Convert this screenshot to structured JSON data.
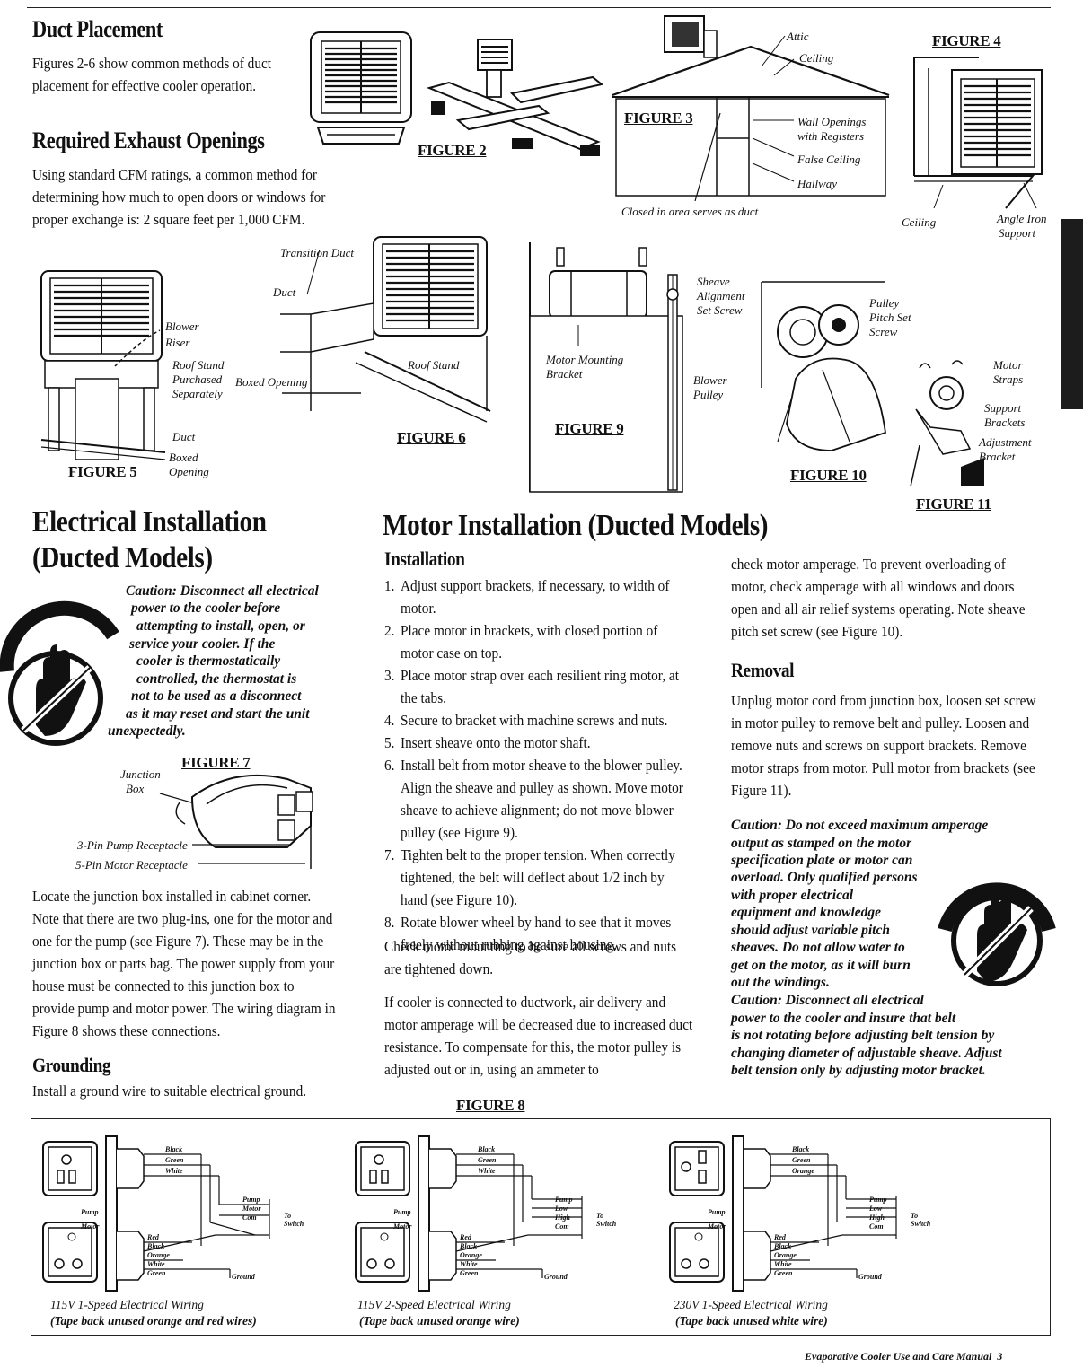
{
  "duct_placement": {
    "title": "Duct Placement",
    "text": "Figures 2-6 show common methods of duct placement for effective cooler operation."
  },
  "exhaust": {
    "title": "Required Exhaust Openings",
    "text": "Using standard CFM ratings, a common method for determining how much to open doors or windows for proper exchange is: 2 square feet per 1,000 CFM."
  },
  "figures": {
    "fig2": "FIGURE 2",
    "fig3": "FIGURE 3",
    "fig4": "FIGURE 4",
    "fig5": "FIGURE 5",
    "fig6": "FIGURE 6",
    "fig7": "FIGURE 7",
    "fig8": "FIGURE 8",
    "fig9": "FIGURE 9",
    "fig10": "FIGURE 10",
    "fig11": "FIGURE 11"
  },
  "fig3_labels": {
    "attic": "Attic",
    "ceiling": "Ceiling",
    "wall_openings": "Wall Openings",
    "with_registers": "with Registers",
    "false_ceiling": "False Ceiling",
    "hallway": "Hallway",
    "closed_area": "Closed in area serves as duct"
  },
  "fig4_labels": {
    "ceiling": "Ceiling",
    "angle_iron": "Angle Iron",
    "support": "Support"
  },
  "fig5_labels": {
    "blower": "Blower",
    "riser": "Riser",
    "roof_stand": "Roof Stand",
    "purchased": "Purchased",
    "separately": "Separately",
    "duct": "Duct",
    "boxed": "Boxed",
    "opening": "Opening"
  },
  "fig6_labels": {
    "transition_duct": "Transition Duct",
    "duct": "Duct",
    "boxed_opening": "Boxed Opening",
    "roof_stand": "Roof Stand"
  },
  "fig9_labels": {
    "sheave": "Sheave",
    "alignment": "Alignment",
    "set_screw": "Set Screw",
    "motor_mounting": "Motor Mounting",
    "bracket": "Bracket",
    "blower": "Blower",
    "pulley": "Pulley"
  },
  "fig10_labels": {
    "pulley": "Pulley",
    "pitch_set": "Pitch Set",
    "screw": "Screw"
  },
  "fig11_labels": {
    "motor": "Motor",
    "straps": "Straps",
    "support": "Support",
    "brackets": "Brackets",
    "adjustment": "Adjustment",
    "bracket": "Bracket"
  },
  "electrical": {
    "title_line1": "Electrical Installation",
    "title_line2": "(Ducted Models)",
    "caution_lines": [
      "Caution: Disconnect all electrical",
      "power to the cooler before",
      "attempting to install, open, or",
      "service your cooler. If the",
      "cooler is thermostatically",
      "controlled, the thermostat is",
      "not to be used as a disconnect",
      "as it may reset and start the unit",
      "unexpectedly."
    ],
    "junction_box_1": "Junction",
    "junction_box_2": "Box",
    "pump_receptacle": "3-Pin Pump Receptacle",
    "motor_receptacle": "5-Pin Motor Receptacle",
    "body": "Locate the junction box installed in cabinet corner. Note that there are two plug-ins, one for the motor and one for the pump (see Figure 7). These may be in the junction box or parts bag. The power supply from your house must be connected to this junction box to provide pump and motor power. The wiring diagram in Figure 8 shows these connections.",
    "grounding_title": "Grounding",
    "grounding_text": "Install a ground wire to suitable electrical ground."
  },
  "motor": {
    "title": "Motor Installation (Ducted Models)",
    "installation_title": "Installation",
    "steps": [
      {
        "n": "1.",
        "text": "Adjust support brackets, if necessary, to width of motor."
      },
      {
        "n": "2.",
        "text": "Place motor in brackets, with closed portion of motor case on top."
      },
      {
        "n": "3.",
        "text": "Place motor strap over each resilient ring motor, at the tabs."
      },
      {
        "n": "4.",
        "text": "Secure to bracket with machine screws and nuts."
      },
      {
        "n": "5.",
        "text": "Insert sheave onto the motor shaft."
      },
      {
        "n": "6.",
        "text": "Install belt from motor sheave to the blower pulley. Align the sheave and pulley as shown. Move motor sheave to achieve alignment; do not move blower pulley (see Figure 9)."
      },
      {
        "n": "7.",
        "text": "Tighten belt to the proper tension. When correctly tightened, the belt will deflect about 1/2 inch by hand (see Figure 10)."
      },
      {
        "n": "8.",
        "text": "Rotate blower wheel by hand to see that it moves freely without rubbing against housing."
      }
    ],
    "check_mounting": "Check motor mounting to be sure all screws and nuts are tightened down.",
    "ductwork": "If cooler is connected to ductwork, air delivery and motor amperage will be decreased due to increased duct resistance. To compensate for this, the motor pulley is adjusted out or in, using an ammeter to",
    "ductwork_cont": "check motor amperage. To prevent overloading of motor, check amperage with all windows and doors open and all air relief systems operating. Note sheave pitch set screw (see Figure 10).",
    "removal_title": "Removal",
    "removal_text": "Unplug motor cord from junction box, loosen set screw in motor pulley to remove belt and pulley. Loosen and remove nuts and screws on support brackets. Remove motor straps from motor. Pull motor from brackets (see Figure 11).",
    "caution2_lines": [
      "Caution: Do not exceed maximum amperage",
      "output as stamped on the motor",
      "specification plate or motor can",
      "overload. Only qualified persons",
      "with proper electrical",
      "equipment and knowledge",
      "should adjust variable pitch",
      "sheaves. Do not allow water to",
      "get on the motor, as it will burn",
      "out the windings.",
      "Caution: Disconnect all electrical",
      "power to the cooler and insure that belt",
      "is not rotating before adjusting belt tension by",
      "changing diameter of adjustable sheave. Adjust",
      "belt tension only by adjusting motor bracket."
    ]
  },
  "wiring": {
    "d1": {
      "title": "115V 1-Speed Electrical Wiring",
      "note": "(Tape back unused orange and red wires)",
      "wires_top": [
        "Black",
        "Green",
        "White"
      ],
      "right": [
        "Pump",
        "Motor",
        "Com"
      ],
      "to_switch": [
        "To",
        "Switch"
      ],
      "bottom": [
        "Red",
        "Black",
        "Orange",
        "White",
        "Green"
      ],
      "ground": "Ground",
      "pump": "Pump",
      "motor": "Motor"
    },
    "d2": {
      "title": "115V 2-Speed Electrical Wiring",
      "note": "(Tape back unused orange wire)",
      "wires_top": [
        "Black",
        "Green",
        "White"
      ],
      "right": [
        "Pump",
        "Low",
        "High",
        "Com"
      ],
      "to_switch": [
        "To",
        "Switch"
      ],
      "bottom": [
        "Red",
        "Black",
        "Orange",
        "White",
        "Green"
      ],
      "ground": "Ground",
      "pump": "Pump",
      "motor": "Motor"
    },
    "d3": {
      "title": "230V 1-Speed Electrical Wiring",
      "note": "(Tape back unused white wire)",
      "wires_top": [
        "Black",
        "Green",
        "Orange"
      ],
      "right": [
        "Pump",
        "Low",
        "High",
        "Com"
      ],
      "to_switch": [
        "To",
        "Switch"
      ],
      "bottom": [
        "Red",
        "Black",
        "Orange",
        "White",
        "Green"
      ],
      "ground": "Ground",
      "pump": "Pump",
      "motor": "Motor"
    }
  },
  "footer": {
    "text": "Evaporative Cooler Use and Care Manual",
    "page": "3"
  }
}
